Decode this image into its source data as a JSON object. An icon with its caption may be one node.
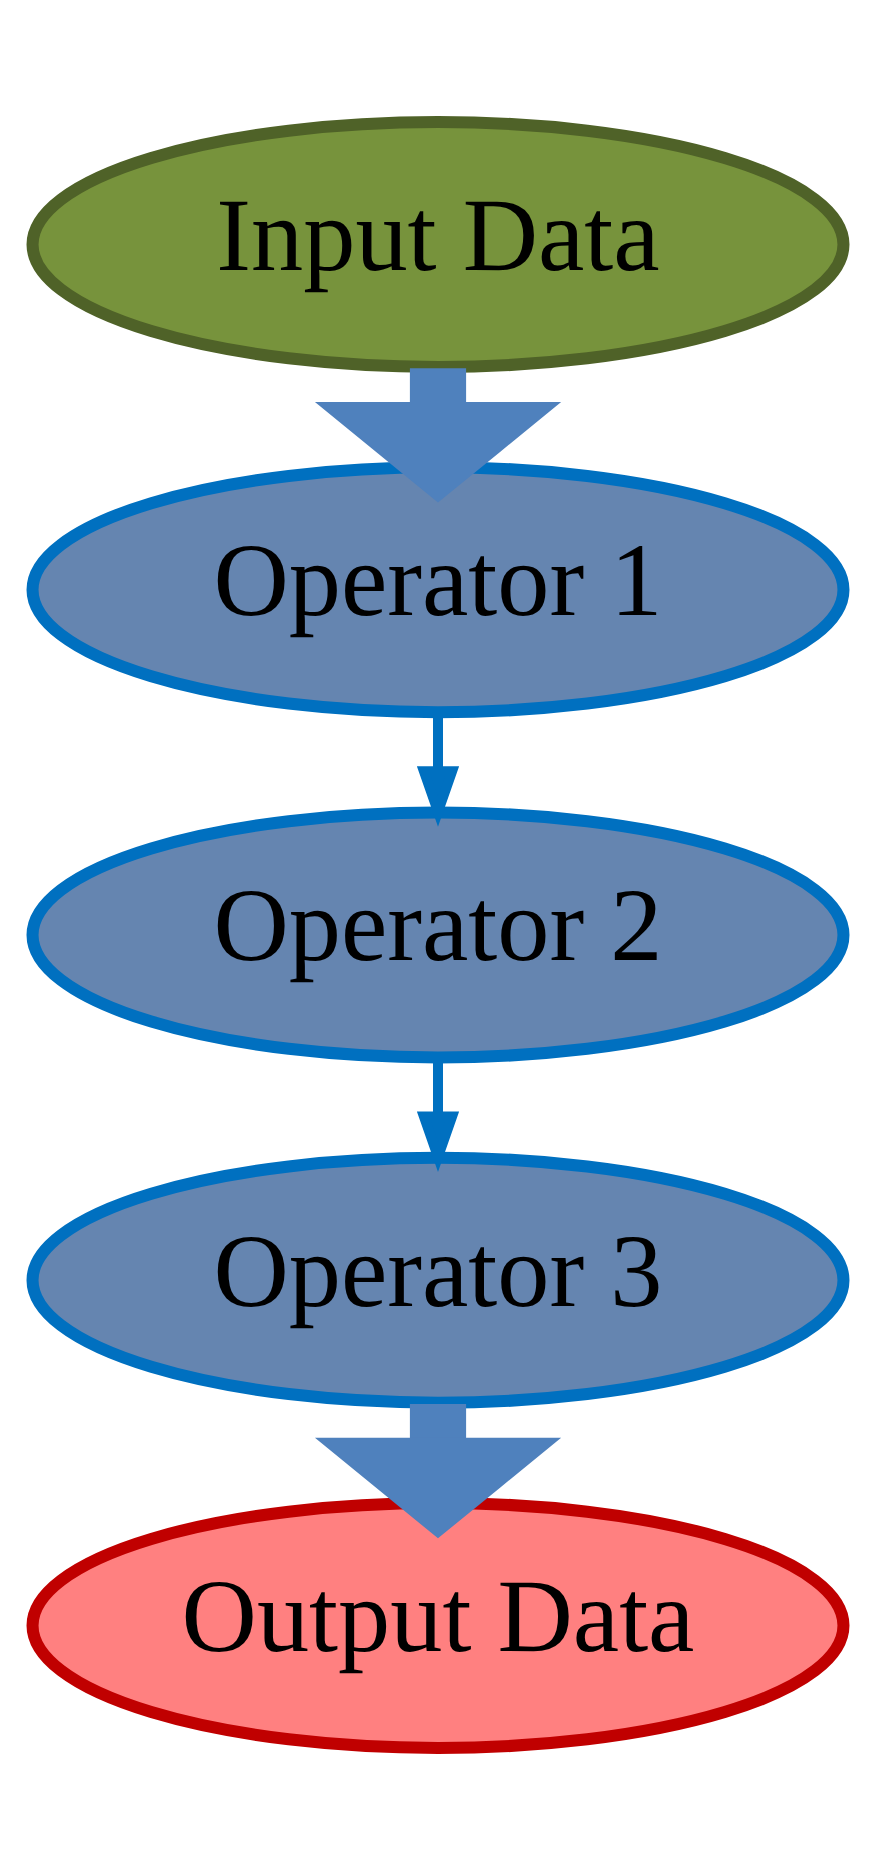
{
  "diagram": {
    "nodes": [
      {
        "text": [
          "Input Data"
        ]
      },
      {
        "text": [
          "Operator 1"
        ]
      },
      {
        "text": [
          "Operator 2"
        ]
      },
      {
        "text": [
          "Operator 3"
        ]
      },
      {
        "text": [
          "Output Data"
        ]
      }
    ],
    "edges": [
      {
        "from": 0,
        "to": 1,
        "arrow": "to",
        "style": "thick",
        "color": "#4f81bd"
      },
      {
        "from": 1,
        "to": 2,
        "arrow": "to"
      },
      {
        "from": 2,
        "to": 3,
        "arrow": "to"
      },
      {
        "from": 3,
        "to": 4,
        "arrow": "to",
        "style": "thick",
        "color": "#4f81bd"
      }
    ]
  }
}
